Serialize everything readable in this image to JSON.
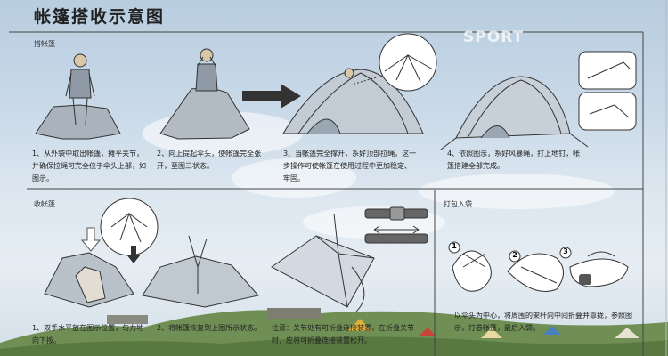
{
  "title": "帐篷搭收示意图",
  "brand": "SPORT",
  "setup": {
    "heading": "搭帐篷",
    "steps": [
      {
        "text": "1、从外袋中取出帐篷，摊平关节，并确保拉绳可完全位于伞头上部，如图示。"
      },
      {
        "text": "2、向上提起伞头，使帐篷完全张开，至图三状态。"
      },
      {
        "text": "3、当帐篷完全撑开，系好顶部拉绳，这一步操作可使帐篷在使用过程中更加稳定、牢固。"
      },
      {
        "text": "4、依照图示，系好风暴绳，打上地钉，帐篷搭建全部完成。"
      }
    ]
  },
  "takedown": {
    "heading": "收帐篷",
    "steps": [
      {
        "text": "1、双手水平放在图示位置，匀力地向下按。"
      },
      {
        "text": "2、将帐篷恢复到上图所示状态。"
      },
      {
        "text": "注意：关节处有可折叠连接装置，在折叠关节时，应将可折叠连接装置松开。"
      }
    ]
  },
  "packing": {
    "heading": "打包入袋",
    "step_numbers": [
      "1",
      "2",
      "3"
    ],
    "text": "以伞头为中心，将周围的架杆向中间折叠并靠拢，参照图示，打卷帐篷，最后入袋。"
  }
}
